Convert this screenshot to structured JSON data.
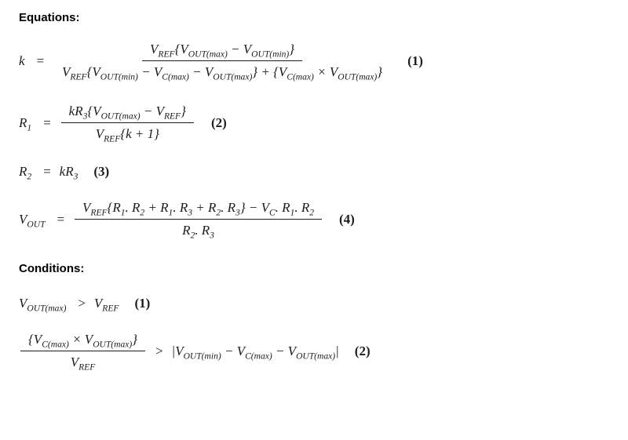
{
  "headings": {
    "equations": "Equations:",
    "conditions": "Conditions:"
  },
  "equations": [
    {
      "lhs": "k",
      "rel": "=",
      "num": "V_{REF}{V_{OUT(max)} − V_{OUT(min)}}",
      "den": "V_{REF}{V_{OUT(min)} − V_{C(max)} − V_{OUT(max)}} + {V_{C(max)} × V_{OUT(max)}}",
      "label": "(1)"
    },
    {
      "lhs": "R_{1}",
      "rel": "=",
      "num": "kR_{3}{V_{OUT(max)} − V_{REF}}",
      "den": "V_{REF}{k + 1}",
      "label": "(2)"
    },
    {
      "lhs": "R_{2}",
      "rel": "=",
      "rhs": "kR_{3}",
      "label": "(3)"
    },
    {
      "lhs": "V_{OUT}",
      "rel": "=",
      "num": "V_{REF}{R_{1}. R_{2} + R_{1}. R_{3} +  R_{2}. R_{3}} − V_{C}. R_{1}. R_{2}",
      "den": "R_{2}. R_{3}",
      "label": "(4)"
    }
  ],
  "conditions": [
    {
      "lhs": "V_{OUT(max)}",
      "rel": ">",
      "rhs": "V_{REF}",
      "label": "(1)"
    },
    {
      "num": "{V_{C(max)} × V_{OUT(max)}}",
      "den": "V_{REF}",
      "rel": ">",
      "rhs": "|V_{OUT(min)} − V_{C(max)} − V_{OUT(max)}|",
      "label": "(2)"
    }
  ]
}
